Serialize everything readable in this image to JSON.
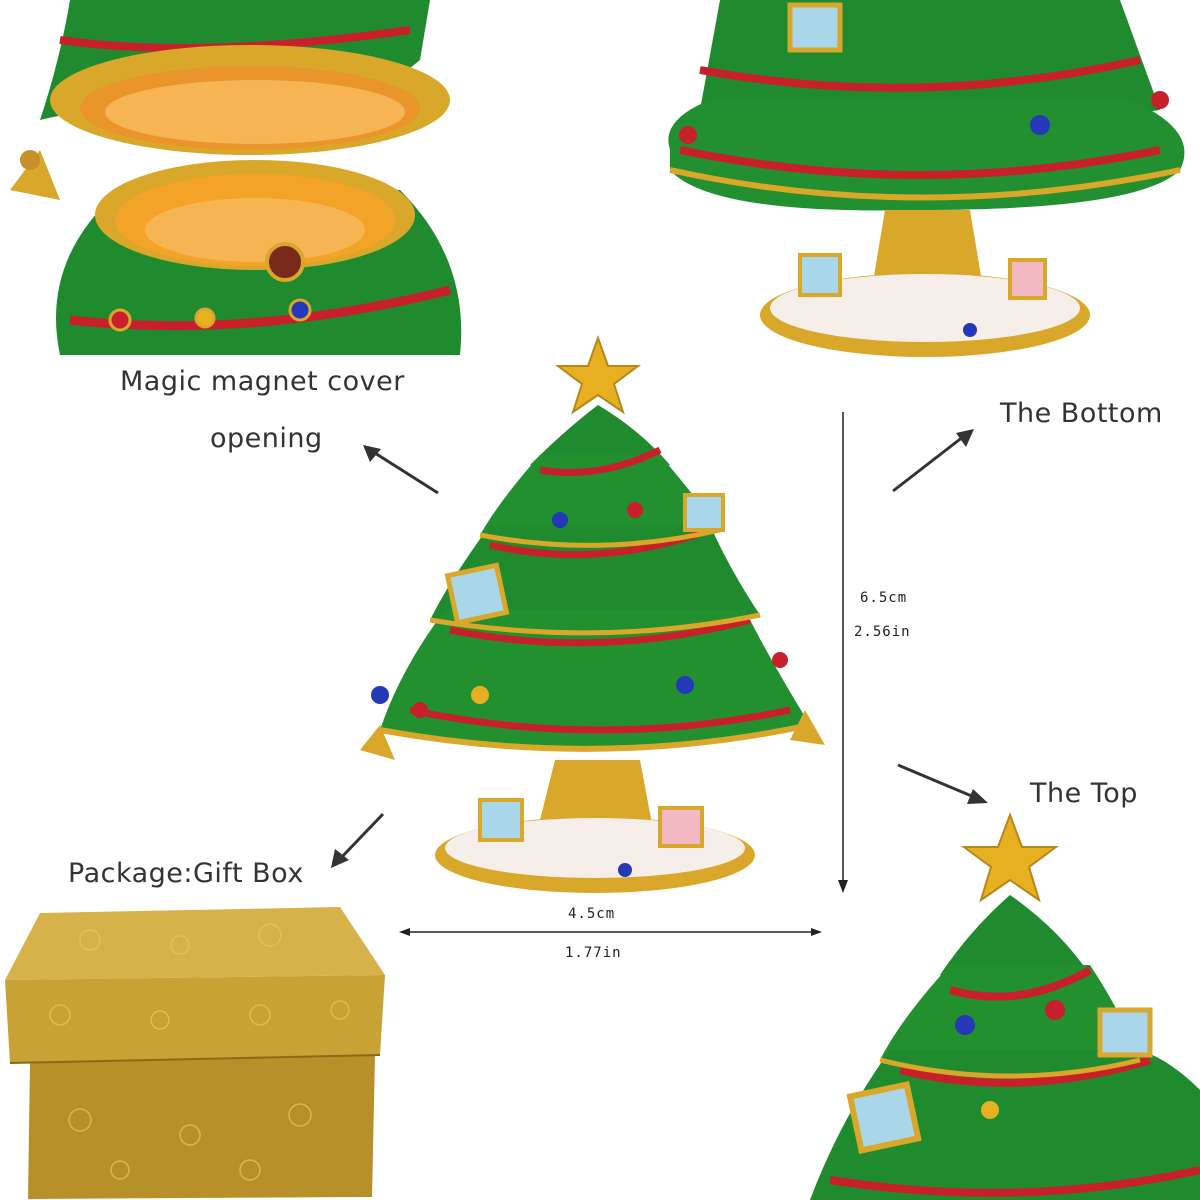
{
  "captions": {
    "magnet_line1": "Magic magnet cover",
    "magnet_line2": "opening",
    "bottom": "The Bottom",
    "top": "The Top",
    "package": "Package:Gift Box"
  },
  "dimensions": {
    "height_cm": "6.5cm",
    "height_in": "2.56in",
    "width_cm": "4.5cm",
    "width_in": "1.77in"
  },
  "colors": {
    "enamel_green": "#1f8a2e",
    "gold": "#d9a72a",
    "ribbon_red": "#c8202a",
    "interior_orange": "#f3a328",
    "box_gold": "#c9a236"
  }
}
